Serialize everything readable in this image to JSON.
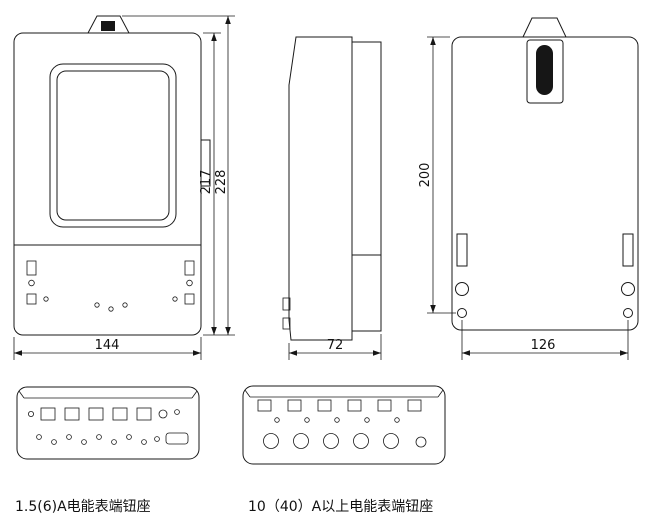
{
  "dimensions": {
    "front_inner_height": "217",
    "front_outer_height": "228",
    "front_width": "144",
    "side_width": "72",
    "back_height": "200",
    "back_hole_spacing": "126"
  },
  "captions": {
    "small_terminal": "1.5(6)A电能表端钮座",
    "large_terminal": "10（40）A以上电能表端钮座"
  },
  "colors": {
    "line": "#1a1a1a",
    "background": "#ffffff",
    "fill_dark": "#161616"
  }
}
